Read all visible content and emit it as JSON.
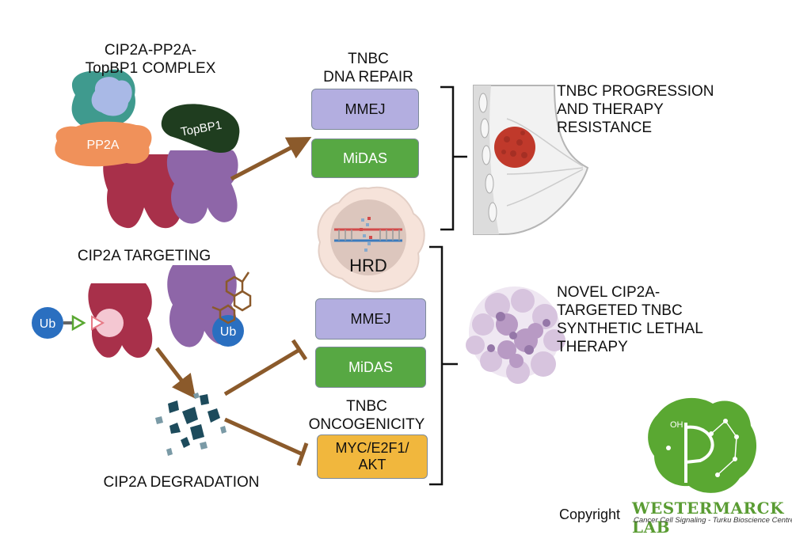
{
  "labels": {
    "complex": [
      "CIP2A-PP2A-",
      "TopBP1 COMPLEX"
    ],
    "targeting": "CIP2A TARGETING",
    "degradation": "CIP2A DEGRADATION",
    "dna_repair": [
      "TNBC",
      "DNA REPAIR"
    ],
    "oncogenicity": [
      "TNBC",
      "ONCOGENICITY"
    ],
    "progression": [
      "TNBC PROGRESSION",
      "AND THERAPY",
      "RESISTANCE"
    ],
    "novel": [
      "NOVEL CIP2A-",
      "TARGETED TNBC",
      "SYNTHETIC LETHAL",
      "THERAPY"
    ]
  },
  "proteins": {
    "pp2a": "PP2A",
    "topbp1": "TopBP1",
    "ub": "Ub",
    "hrd": "HRD"
  },
  "boxes": {
    "mmej_top": "MMEJ",
    "midas_top": "MiDAS",
    "mmej_bottom": "MMEJ",
    "midas_bottom": "MiDAS",
    "onco": [
      "MYC/E2F1/",
      "AKT"
    ]
  },
  "footer": {
    "copyright": "Copyright",
    "lab_name": "WESTERMARCK LAB",
    "lab_sub": "Cancer Cell Signaling - Turku Bioscience Centre",
    "logo_text": "OH"
  },
  "colors": {
    "arrow": "#8b5a2b",
    "cip2a": "#a8304a",
    "topbp1": "#1f3d1f",
    "pp2a": "#f0915a",
    "ub": "#2a6fc0",
    "purple_protein": "#8e66a8",
    "box_purple": "#b3aee0",
    "box_green": "#57a843",
    "box_orange": "#f1b73d",
    "tumor": "#c0392b",
    "logo": "#5aa832"
  }
}
